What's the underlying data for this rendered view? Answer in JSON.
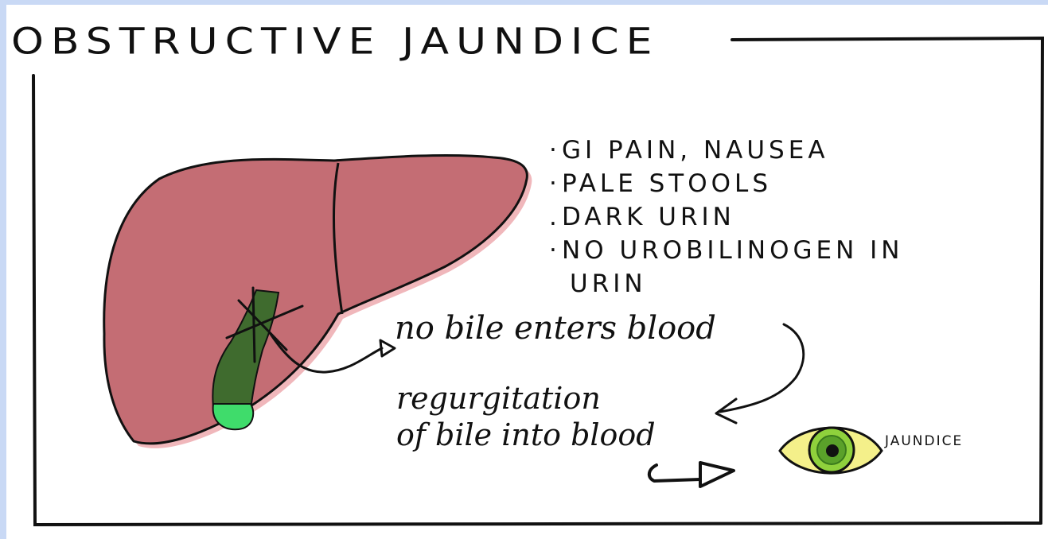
{
  "title": "OBSTRUCTIVE JAUNDICE",
  "symptoms": [
    "GI PAIN, NAUSEA",
    "PALE STOOLS",
    "DARK URIN",
    "NO UROBILINOGEN IN",
    "URIN"
  ],
  "annotations": {
    "no_bile": "no bile enters blood",
    "regurgitation_line1": "regurgitation",
    "regurgitation_line2": "of bile into blood"
  },
  "eye_label": "JAUNDICE",
  "colors": {
    "liver": "#c46d74",
    "liver_shadow": "#f0b7bb",
    "bile_duct": "#3f6b2e",
    "gallbladder": "#3fdc6b",
    "eye_white": "#f4f08a",
    "iris": "#8fd13c",
    "iris_ring": "#5aa12a",
    "page_edge": "#c9d9f5"
  }
}
